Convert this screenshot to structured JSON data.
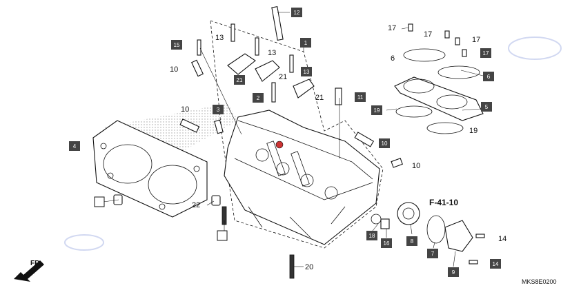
{
  "title_ref": "F-41-10",
  "diagram_code": "MKS8E0200",
  "direction": "FR.",
  "boxed": [
    {
      "id": "b12",
      "t": "12"
    },
    {
      "id": "b15",
      "t": "15"
    },
    {
      "id": "b1",
      "t": "1"
    },
    {
      "id": "b13",
      "t": "13"
    },
    {
      "id": "b21",
      "t": "21"
    },
    {
      "id": "b2",
      "t": "2"
    },
    {
      "id": "b3",
      "t": "3"
    },
    {
      "id": "b11",
      "t": "11"
    },
    {
      "id": "b17",
      "t": "17"
    },
    {
      "id": "b6",
      "t": "6"
    },
    {
      "id": "b5",
      "t": "5"
    },
    {
      "id": "b19",
      "t": "19"
    },
    {
      "id": "b4",
      "t": "4"
    },
    {
      "id": "b10",
      "t": "10"
    },
    {
      "id": "b18",
      "t": "18"
    },
    {
      "id": "b16",
      "t": "16"
    },
    {
      "id": "b8",
      "t": "8"
    },
    {
      "id": "b7",
      "t": "7"
    },
    {
      "id": "b9",
      "t": "9"
    },
    {
      "id": "b14",
      "t": "14"
    },
    {
      "id": "bblank1",
      "t": ""
    },
    {
      "id": "bblank2",
      "t": ""
    }
  ],
  "plain": [
    {
      "id": "p13a",
      "t": "13"
    },
    {
      "id": "p13b",
      "t": "13"
    },
    {
      "id": "p10a",
      "t": "10"
    },
    {
      "id": "p21a",
      "t": "21"
    },
    {
      "id": "p21b",
      "t": "21"
    },
    {
      "id": "p10b",
      "t": "10"
    },
    {
      "id": "p17a",
      "t": "17"
    },
    {
      "id": "p17b",
      "t": "17"
    },
    {
      "id": "p17c",
      "t": "17"
    },
    {
      "id": "p6",
      "t": "6"
    },
    {
      "id": "p19",
      "t": "19"
    },
    {
      "id": "p10c",
      "t": "10"
    },
    {
      "id": "p22",
      "t": "22"
    },
    {
      "id": "p20",
      "t": "20"
    },
    {
      "id": "p14",
      "t": "14"
    }
  ],
  "colors": {
    "ink": "#111111",
    "box": "#444444",
    "hatch": "#bbbbbb",
    "watermark": "#c8d4ee"
  }
}
